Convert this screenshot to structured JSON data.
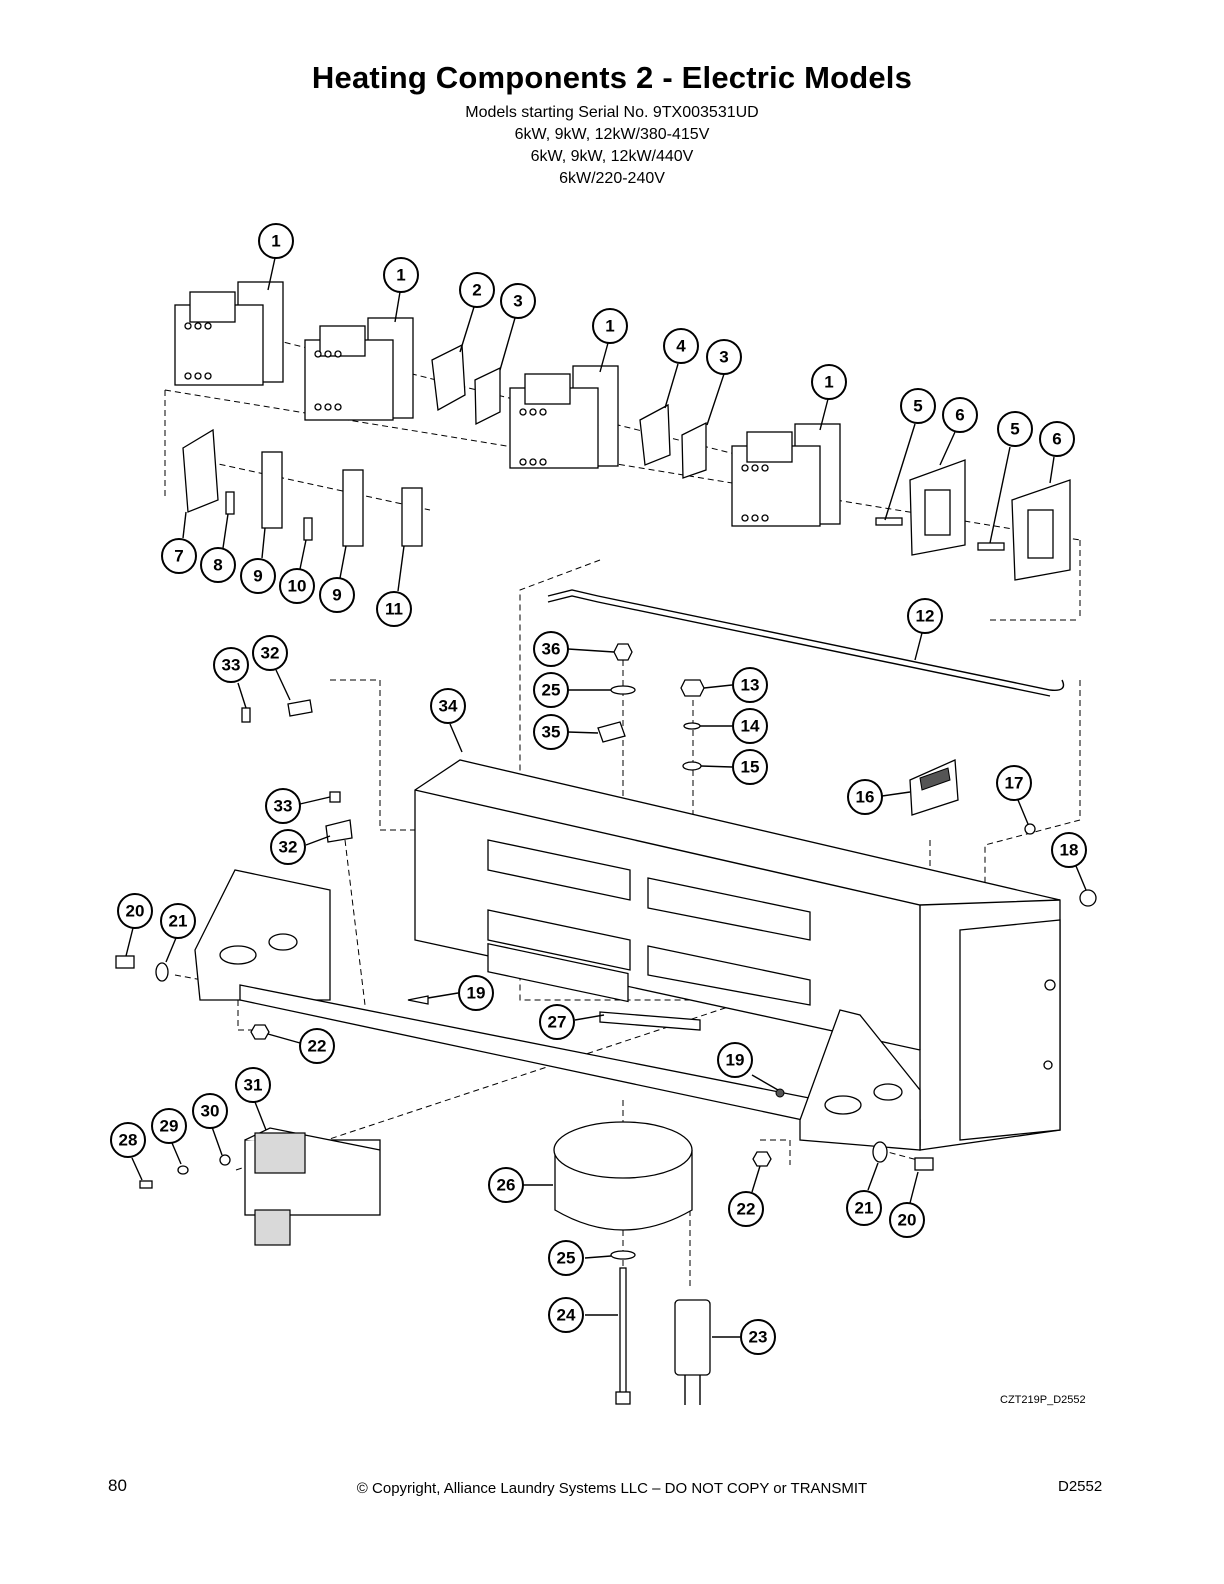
{
  "header": {
    "title": "Heating Components 2 - Electric Models",
    "subtitle_lines": [
      "Models starting Serial No. 9TX003531UD",
      "6kW, 9kW, 12kW/380-415V",
      "6kW, 9kW, 12kW/440V",
      "6kW/220-240V"
    ]
  },
  "diagram": {
    "drawing_code": "CZT219P_D2552",
    "callouts": [
      "1",
      "1",
      "2",
      "3",
      "1",
      "4",
      "3",
      "1",
      "5",
      "6",
      "5",
      "6",
      "7",
      "8",
      "9",
      "10",
      "9",
      "11",
      "12",
      "36",
      "25",
      "35",
      "13",
      "14",
      "15",
      "33",
      "32",
      "34",
      "33",
      "32",
      "16",
      "17",
      "18",
      "20",
      "21",
      "19",
      "27",
      "22",
      "31",
      "19",
      "30",
      "29",
      "28",
      "26",
      "22",
      "21",
      "20",
      "25",
      "24",
      "23"
    ]
  },
  "footer": {
    "page_number": "80",
    "copyright": "© Copyright, Alliance Laundry Systems LLC – DO NOT COPY or TRANSMIT",
    "doc_id": "D2552"
  }
}
